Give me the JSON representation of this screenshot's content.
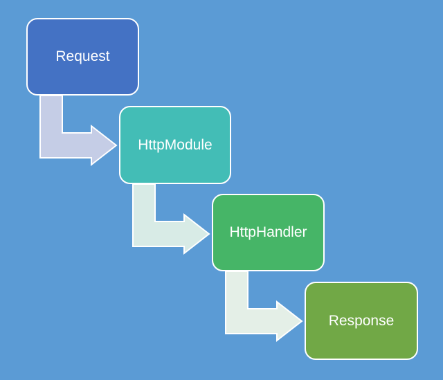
{
  "diagram": {
    "steps": [
      {
        "id": "request",
        "label": "Request",
        "color": "#4472c4"
      },
      {
        "id": "module",
        "label": "HttpModule",
        "color": "#43bdb6"
      },
      {
        "id": "handler",
        "label": "HttpHandler",
        "color": "#46b567"
      },
      {
        "id": "response",
        "label": "Response",
        "color": "#71a846"
      }
    ],
    "connectors": [
      {
        "from": "request",
        "to": "module",
        "color": "#c5cde6"
      },
      {
        "from": "module",
        "to": "handler",
        "color": "#d8ebe6"
      },
      {
        "from": "handler",
        "to": "response",
        "color": "#e4efe7"
      }
    ],
    "colors": {
      "background": "#5b9bd5",
      "box_border": "#ffffff",
      "text": "#ffffff"
    }
  }
}
